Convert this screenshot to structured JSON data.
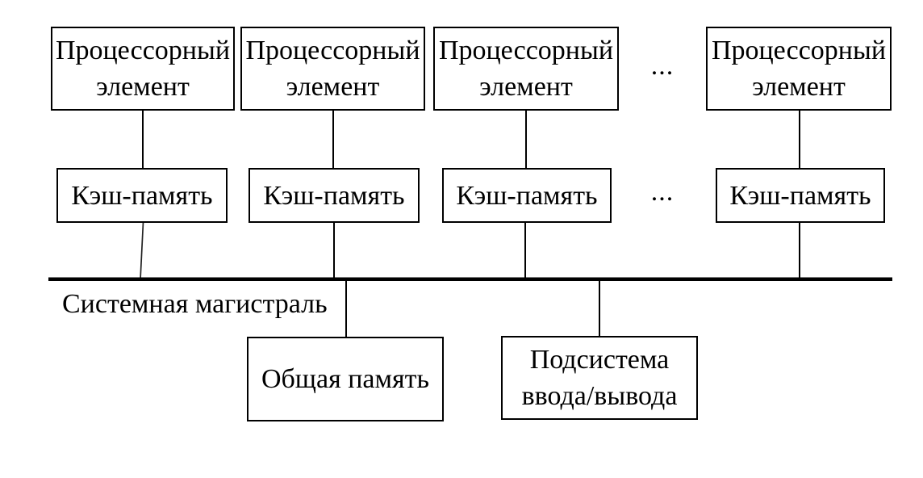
{
  "diagram": {
    "title_hint": "Symmetric multiprocessor with shared system bus",
    "colors": {
      "background": "#ffffff",
      "line": "#000000",
      "text": "#000000"
    },
    "processor_row": {
      "boxes": [
        {
          "label": "Процессорный элемент"
        },
        {
          "label": "Процессорный элемент"
        },
        {
          "label": "Процессорный элемент"
        },
        {
          "label": "Процессорный элемент"
        }
      ],
      "ellipsis": "..."
    },
    "cache_row": {
      "boxes": [
        {
          "label": "Кэш-память"
        },
        {
          "label": "Кэш-память"
        },
        {
          "label": "Кэш-память"
        },
        {
          "label": "Кэш-память"
        }
      ],
      "ellipsis": "..."
    },
    "bus": {
      "label": "Системная магистраль"
    },
    "bottom_row": {
      "shared_memory": {
        "label": "Общая память"
      },
      "io_subsystem": {
        "label": "Подсистема ввода/вывода"
      }
    }
  }
}
